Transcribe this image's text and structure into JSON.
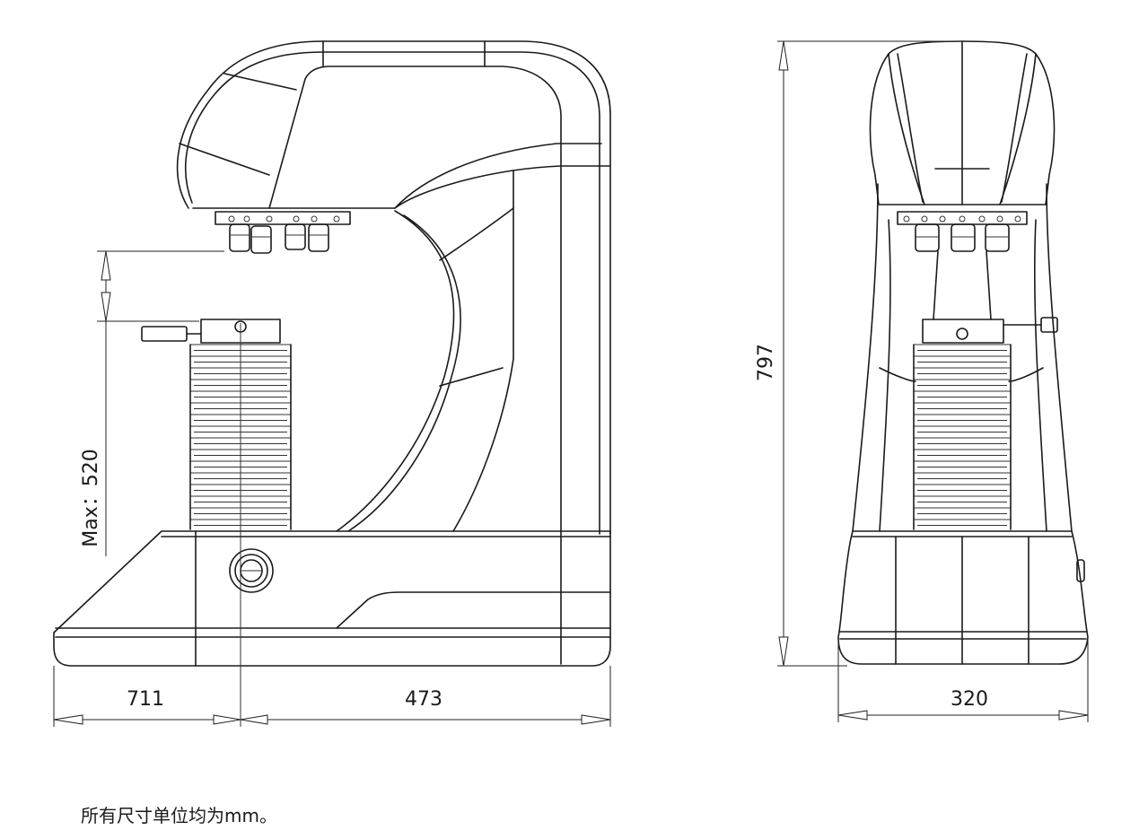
{
  "dimensions": {
    "width_left": "711",
    "width_right": "473",
    "height_total": "797",
    "stage_travel": "Max：520",
    "width_front": "320"
  },
  "footnote": "所有尺寸单位均为mm。"
}
